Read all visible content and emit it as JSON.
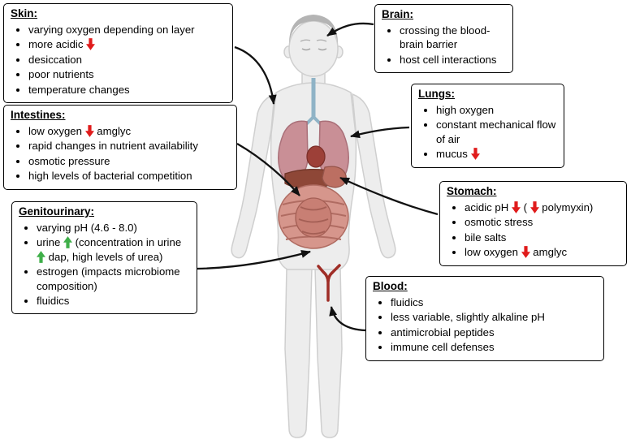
{
  "boxes": {
    "skin": {
      "title": "Skin:",
      "bullets": [
        [
          {
            "text": "varying oxygen depending on layer"
          }
        ],
        [
          {
            "text": "more acidic "
          },
          {
            "icon": "red-down"
          }
        ],
        [
          {
            "text": "desiccation"
          }
        ],
        [
          {
            "text": "poor nutrients"
          }
        ],
        [
          {
            "text": "temperature changes"
          }
        ]
      ]
    },
    "brain": {
      "title": "Brain:",
      "bullets": [
        [
          {
            "text": "crossing the blood-brain barrier"
          }
        ],
        [
          {
            "text": "host cell interactions"
          }
        ]
      ]
    },
    "lungs": {
      "title": "Lungs:",
      "bullets": [
        [
          {
            "text": "high oxygen"
          }
        ],
        [
          {
            "text": "constant mechanical flow of air"
          }
        ],
        [
          {
            "text": "mucus "
          },
          {
            "icon": "red-down"
          }
        ]
      ]
    },
    "intestines": {
      "title": "Intestines:",
      "bullets": [
        [
          {
            "text": "low oxygen "
          },
          {
            "icon": "red-down"
          },
          {
            "text": " amglyc"
          }
        ],
        [
          {
            "text": "rapid changes in nutrient availability"
          }
        ],
        [
          {
            "text": "osmotic pressure"
          }
        ],
        [
          {
            "text": "high levels of bacterial competition"
          }
        ]
      ]
    },
    "stomach": {
      "title": "Stomach:",
      "bullets": [
        [
          {
            "text": "acidic pH "
          },
          {
            "icon": "red-down"
          },
          {
            "text": " ( "
          },
          {
            "icon": "red-down"
          },
          {
            "text": " polymyxin)"
          }
        ],
        [
          {
            "text": "osmotic stress"
          }
        ],
        [
          {
            "text": "bile salts"
          }
        ],
        [
          {
            "text": "low oxygen "
          },
          {
            "icon": "red-down"
          },
          {
            "text": " amglyc"
          }
        ]
      ]
    },
    "genitourinary": {
      "title": "Genitourinary:",
      "bullets": [
        [
          {
            "text": "varying pH (4.6 - 8.0)"
          }
        ],
        [
          {
            "text": "urine "
          },
          {
            "icon": "green-up"
          },
          {
            "text": " (concentration in urine "
          },
          {
            "icon": "green-up"
          },
          {
            "text": " dap, high levels of urea)"
          }
        ],
        [
          {
            "text": "estrogen (impacts microbiome composition)"
          }
        ],
        [
          {
            "text": "fluidics"
          }
        ]
      ]
    },
    "blood": {
      "title": "Blood:",
      "bullets": [
        [
          {
            "text": "fluidics"
          }
        ],
        [
          {
            "text": "less variable, slightly alkaline pH"
          }
        ],
        [
          {
            "text": "antimicrobial peptides"
          }
        ],
        [
          {
            "text": "immune cell defenses"
          }
        ]
      ]
    }
  },
  "icon_colors": {
    "red-down": "#e01b1b",
    "green-up": "#3faf49"
  }
}
